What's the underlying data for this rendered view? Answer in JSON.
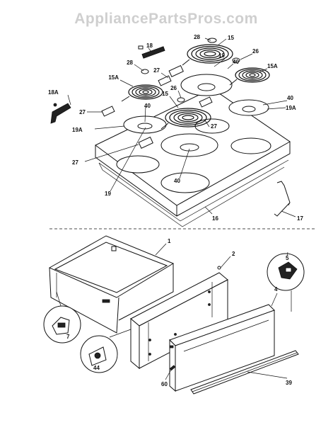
{
  "watermark": "AppliancePartsPros.com",
  "callouts": {
    "c28a": "28",
    "c15a": "15",
    "c18": "18",
    "c26a": "26",
    "c19a": "19",
    "c40a": "40",
    "c15Aa": "15A",
    "c28b": "28",
    "c27a": "27",
    "c15Ab": "15A",
    "c26b": "26",
    "c15b": "15",
    "c40b": "40",
    "c18A": "18A",
    "c40c": "40",
    "c19Aa": "19A",
    "c27b": "27",
    "c27c": "27",
    "c19Ab": "19A",
    "c27d": "27",
    "c40d": "40",
    "c19b": "19",
    "c16": "16",
    "c17": "17",
    "c1": "1",
    "c2": "2",
    "c5": "5",
    "c4": "4",
    "c7": "7",
    "c44": "44",
    "c60": "60",
    "c39": "39"
  }
}
